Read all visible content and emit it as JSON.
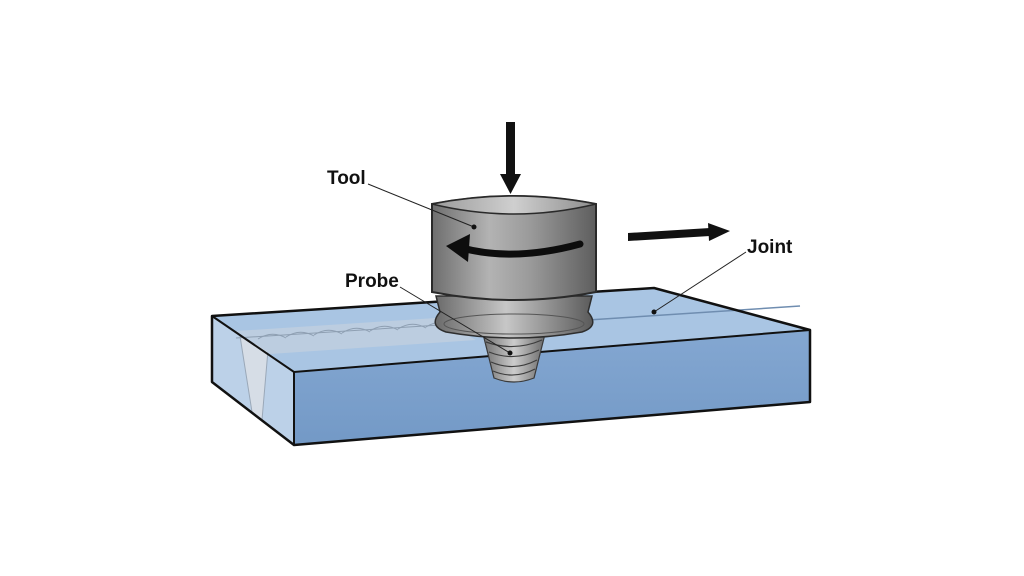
{
  "labels": {
    "tool": "Tool",
    "probe": "Probe",
    "joint": "Joint"
  },
  "colors": {
    "plate_top": "#a9c5e3",
    "plate_front": "#7ea3cf",
    "plate_side": "#c4d6ea",
    "plate_edge": "#111111",
    "tool_body": "#8a8a8a",
    "tool_top": "#b8b8b8",
    "arrow": "#111111",
    "weld_bead": "#c8cdd2",
    "background": "#ffffff"
  },
  "icons": {
    "down_arrow": "down-force-arrow",
    "right_arrow": "traverse-direction-arrow",
    "rotation_arrow": "rotation-arrow"
  }
}
